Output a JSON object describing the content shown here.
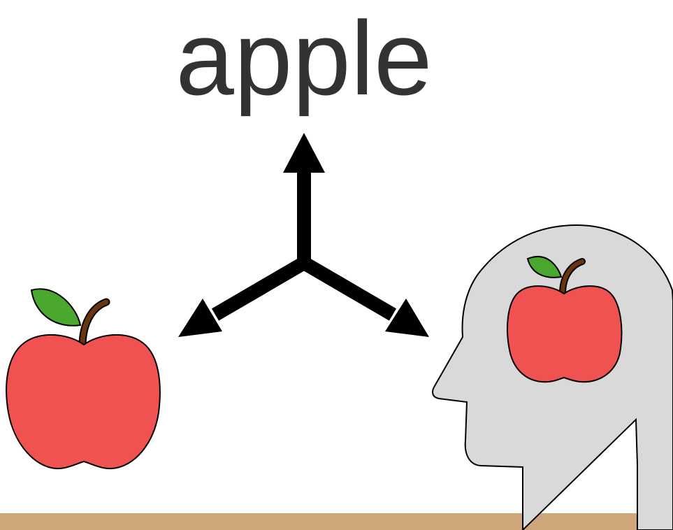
{
  "diagram": {
    "word": "apple",
    "nodes": [
      {
        "id": "word",
        "icon": "text-word"
      },
      {
        "id": "object",
        "icon": "apple-icon"
      },
      {
        "id": "concept",
        "icon": "head-with-apple-icon"
      }
    ],
    "connector": "three-way-arrow",
    "colors": {
      "text": "#333333",
      "arrow": "#000000",
      "apple_body": "#f05252",
      "apple_leaf": "#4aa82e",
      "apple_stem": "#6b3410",
      "head": "#d9d9d9",
      "table": "#cfa57a"
    }
  }
}
